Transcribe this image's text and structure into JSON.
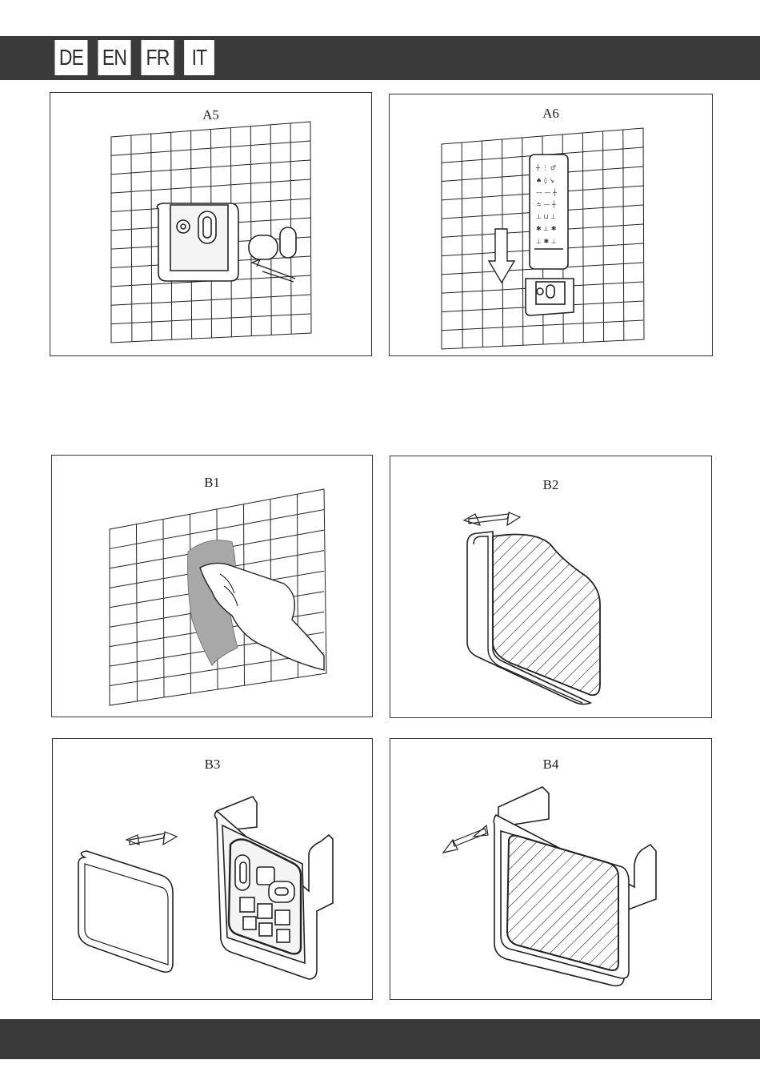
{
  "header": {
    "languages": [
      "DE",
      "EN",
      "FR",
      "IT"
    ]
  },
  "panels": {
    "a5": {
      "label": "A5"
    },
    "a6": {
      "label": "A6"
    },
    "b1": {
      "label": "B1"
    },
    "b2": {
      "label": "B2"
    },
    "b3": {
      "label": "B3"
    },
    "b4": {
      "label": "B4"
    }
  }
}
